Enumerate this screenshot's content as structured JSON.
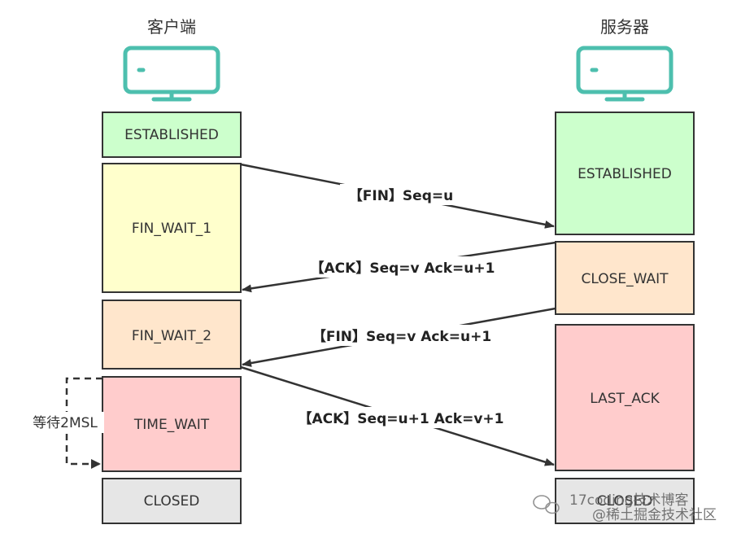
{
  "client": {
    "title": "客户端"
  },
  "server": {
    "title": "服务器"
  },
  "client_states": [
    {
      "label": "ESTABLISHED",
      "color": "#ccffcc"
    },
    {
      "label": "FIN_WAIT_1",
      "color": "#ffffcc"
    },
    {
      "label": "FIN_WAIT_2",
      "color": "#ffe6cc"
    },
    {
      "label": "TIME_WAIT",
      "color": "#ffcccc"
    },
    {
      "label": "CLOSED",
      "color": "#e6e6e6"
    }
  ],
  "server_states": [
    {
      "label": "ESTABLISHED",
      "color": "#ccffcc"
    },
    {
      "label": "CLOSE_WAIT",
      "color": "#ffe6cc"
    },
    {
      "label": "LAST_ACK",
      "color": "#ffcccc"
    },
    {
      "label": "CLOSED",
      "color": "#e6e6e6"
    }
  ],
  "messages": [
    {
      "label": "【FIN】Seq=u"
    },
    {
      "label": "【ACK】Seq=v Ack=u+1"
    },
    {
      "label": "【FIN】Seq=v Ack=u+1"
    },
    {
      "label": "【ACK】Seq=u+1 Ack=v+1"
    }
  ],
  "wait_label": "等待2MSL",
  "watermark": {
    "line1": "17coding技术博客",
    "line2": "@稀土掘金技术社区"
  },
  "colors": {
    "monitor": "#4dbfae",
    "box_border": "#333333",
    "arrow": "#333333"
  }
}
